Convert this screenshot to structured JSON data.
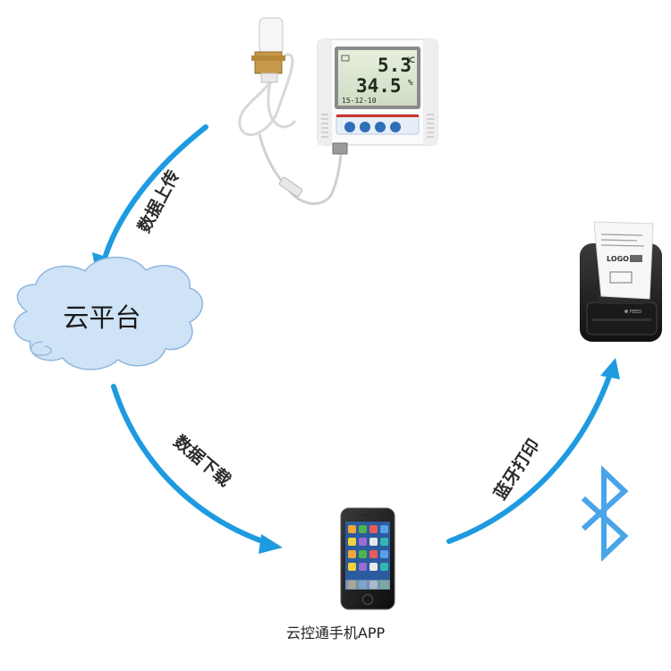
{
  "colors": {
    "arrow": "#1e9be0",
    "bluetooth": "#4aa5e8",
    "cloud_fill": "#cfe3f7",
    "cloud_stroke": "#8fb6dc"
  },
  "labels": {
    "upload": "数据上传",
    "cloud": "云平台",
    "download": "数据下载",
    "bluetooth_print": "蓝牙打印",
    "app": "云控通手机APP"
  },
  "device": {
    "temperature": "5.3",
    "temp_unit": "℃",
    "humidity": "34.5",
    "humidity_unit": "%",
    "date": "15-12-10"
  },
  "printer": {
    "receipt_logo": "LOGO",
    "feed_label": "FEED"
  },
  "icons": {
    "bluetooth": "bluetooth-icon",
    "cloud": "cloud-icon",
    "phone": "smartphone-icon",
    "printer": "receipt-printer-icon",
    "sensor": "temperature-humidity-logger-icon"
  }
}
